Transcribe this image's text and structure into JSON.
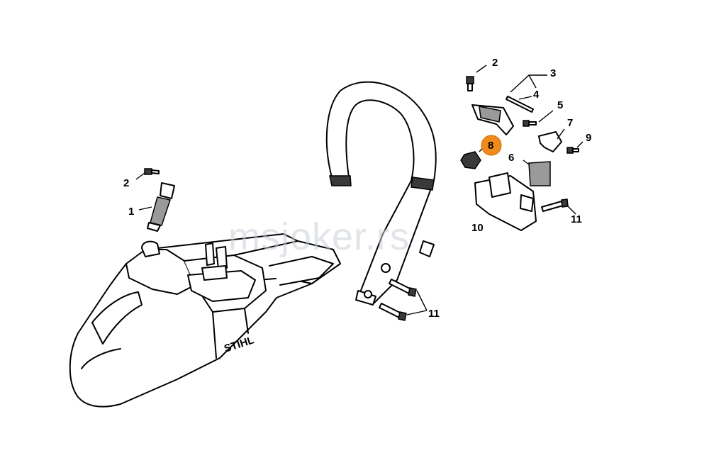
{
  "watermark": "msjoker.rs",
  "brand_mark": "STIHL",
  "highlight_color": "#f08a1c",
  "callouts": {
    "c1": "1",
    "c2a": "2",
    "c2b": "2",
    "c3": "3",
    "c4": "4",
    "c5": "5",
    "c6": "6",
    "c7": "7",
    "c8": "8",
    "c9": "9",
    "c10": "10",
    "c11a": "11",
    "c11b": "11"
  }
}
